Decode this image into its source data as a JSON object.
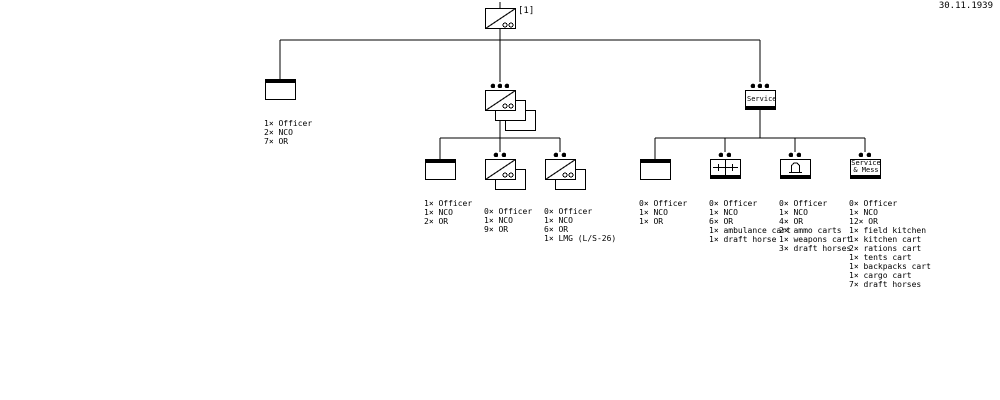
{
  "date": "30.11.1939",
  "root": {
    "designation": "[1]"
  },
  "svc_label": "Service",
  "svc_mess_label": [
    "Service",
    "& Mess"
  ],
  "hq_lines": [
    "1× Officer",
    "2× NCO",
    "7× OR"
  ],
  "ch_hq_lines": [
    "1× Officer",
    "1× NCO",
    "2× OR"
  ],
  "ch_squad_lines": [
    "0× Officer",
    "1× NCO",
    "9× OR"
  ],
  "ch_mg_lines": [
    "0× Officer",
    "1× NCO",
    "6× OR",
    "1× LMG (L/S-26)"
  ],
  "sv_hq_lines": [
    "0× Officer",
    "1× NCO",
    "1× OR"
  ],
  "sv_med_lines": [
    "0× Officer",
    "1× NCO",
    "6× OR",
    "1× ambulance cart",
    "1× draft horse"
  ],
  "sv_ammo_lines": [
    "0× Officer",
    "1× NCO",
    "4× OR",
    "2× ammo carts",
    "1× weapons cart",
    "3× draft horses"
  ],
  "sv_mess_lines": [
    "0× Officer",
    "1× NCO",
    "12× OR",
    "1× field kitchen",
    "1× kitchen cart",
    "2× rations cart",
    "1× tents cart",
    "1× backpacks cart",
    "1× cargo cart",
    "7× draft horses"
  ]
}
